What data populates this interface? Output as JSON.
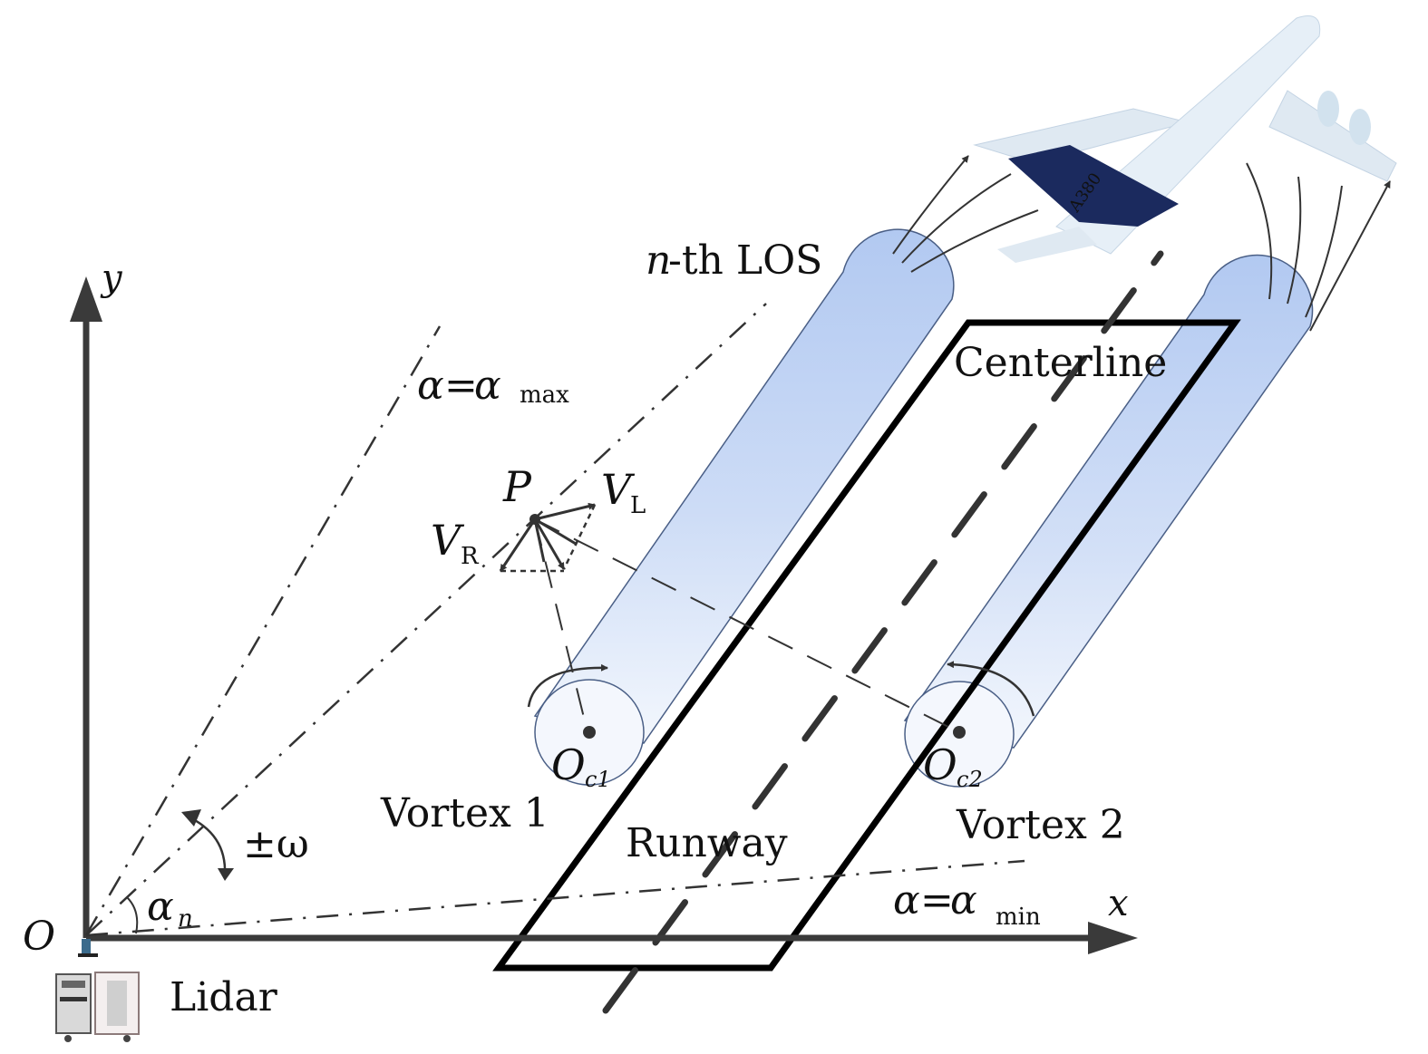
{
  "labels": {
    "y_axis": "y",
    "x_axis": "x",
    "origin": "O",
    "lidar": "Lidar",
    "alpha_max_lhs": "α",
    "alpha_max_eq": "=",
    "alpha_max_rhs": "α",
    "alpha_max_sub": "max",
    "alpha_min_lhs": "α",
    "alpha_min_eq": "=",
    "alpha_min_rhs": "α",
    "alpha_min_sub": "min",
    "nth_los_n": "n",
    "nth_los_rest": "-th LOS",
    "point_p": "P",
    "v_l": "V",
    "v_l_sub": "L",
    "v_r": "V",
    "v_r_sub": "R",
    "oc1": "O",
    "oc1_sub": "c1",
    "oc2": "O",
    "oc2_sub": "c2",
    "vortex1": "Vortex 1",
    "vortex2": "Vortex 2",
    "runway": "Runway",
    "centerline": "Centerline",
    "omega": "±ω",
    "alpha_n": "α",
    "alpha_n_sub": "n",
    "aircraft_text": "A380"
  },
  "colors": {
    "axis": "#3a3a3a",
    "runway_border": "#000000",
    "vortex_fill_top": "#b7cdf2",
    "vortex_fill_bottom": "#f2f6fd",
    "vortex_stroke": "#4a5f86",
    "aircraft_body": "#d8e6f3",
    "aircraft_tail": "#1b2a5e"
  }
}
